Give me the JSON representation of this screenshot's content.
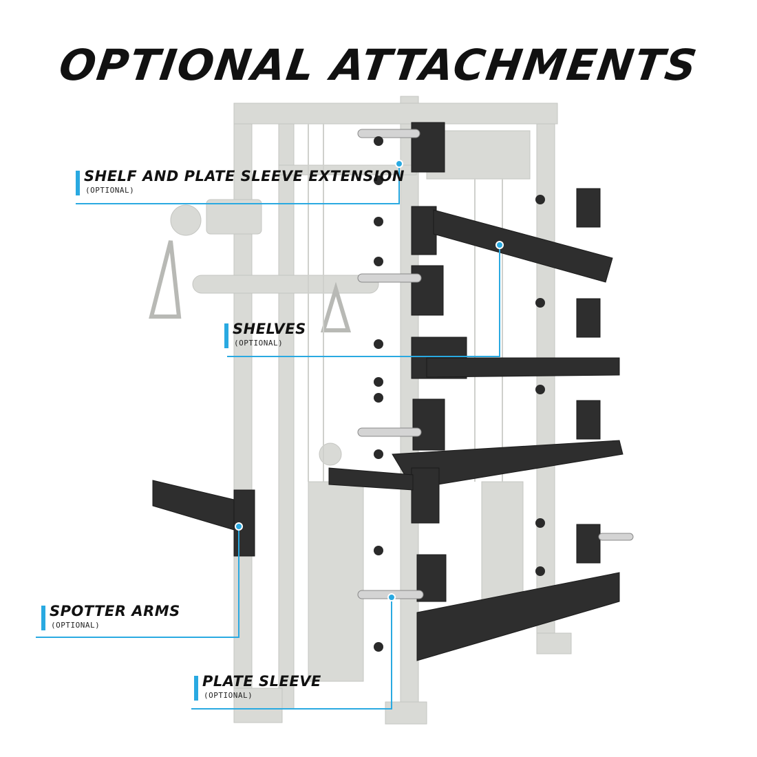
{
  "title": "OPTIONAL ATTACHMENTS",
  "colors": {
    "accent": "#29a9e1",
    "attachment": "#2e2e2e",
    "rack": "#d9dad6",
    "text": "#111111"
  },
  "callouts": [
    {
      "label": "SHELF AND PLATE SLEEVE EXTENSION",
      "sub": "(OPTIONAL)"
    },
    {
      "label": "SHELVES",
      "sub": "(OPTIONAL)"
    },
    {
      "label": "SPOTTER ARMS",
      "sub": "(OPTIONAL)"
    },
    {
      "label": "PLATE SLEEVE",
      "sub": "(OPTIONAL)"
    }
  ]
}
